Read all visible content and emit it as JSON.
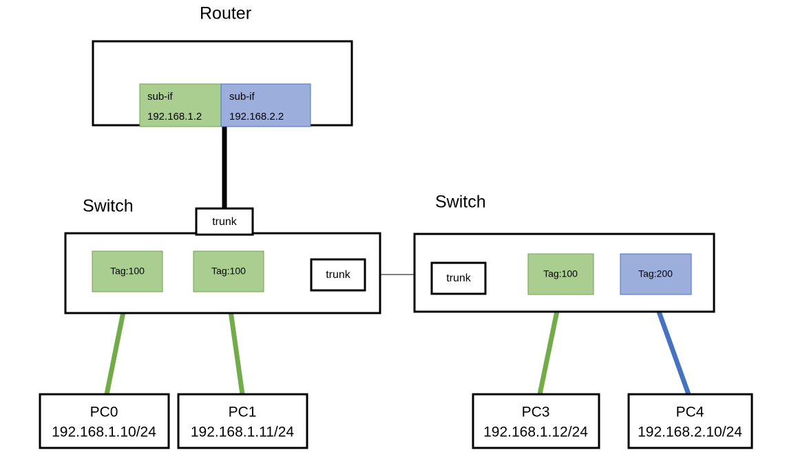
{
  "colors": {
    "green_fill": "#A9CE8F",
    "green_stroke": "#73A04A",
    "blue_fill": "#9BAEDC",
    "blue_stroke": "#4472C4",
    "green_cable": "#70AD47",
    "blue_cable": "#4472C4",
    "black": "#000000",
    "gray_link": "#808080",
    "white": "#ffffff"
  },
  "diagram": {
    "router": {
      "title": "Router",
      "subinterfaces": [
        {
          "name": "sub-if",
          "address": "192.168.1.2",
          "vlan_color": "green"
        },
        {
          "name": "sub-if",
          "address": "192.168.2.2",
          "vlan_color": "blue"
        }
      ]
    },
    "switches": [
      {
        "title": "Switch",
        "uplink_port": "trunk",
        "interswitch_port": "trunk",
        "ports": [
          {
            "label": "Tag:100",
            "vlan_color": "green"
          },
          {
            "label": "Tag:100",
            "vlan_color": "green"
          }
        ]
      },
      {
        "title": "Switch",
        "interswitch_port": "trunk",
        "ports": [
          {
            "label": "Tag:100",
            "vlan_color": "green"
          },
          {
            "label": "Tag:200",
            "vlan_color": "blue"
          }
        ]
      }
    ],
    "hosts": [
      {
        "name": "PC0",
        "address": "192.168.1.10/24",
        "link_color": "green"
      },
      {
        "name": "PC1",
        "address": "192.168.1.11/24",
        "link_color": "green"
      },
      {
        "name": "PC3",
        "address": "192.168.1.12/24",
        "link_color": "green"
      },
      {
        "name": "PC4",
        "address": "192.168.2.10/24",
        "link_color": "blue"
      }
    ]
  }
}
